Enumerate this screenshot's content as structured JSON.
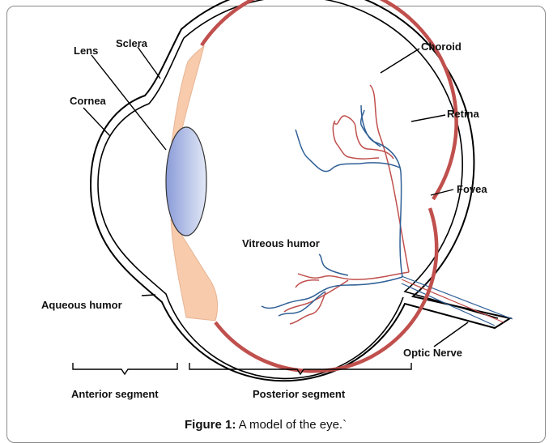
{
  "labels": {
    "lens": "Lens",
    "sclera": "Sclera",
    "cornea": "Cornea",
    "choroid": "Choroid",
    "retina": "Retina",
    "fovea": "Fovea",
    "vitreous_humor": "Vitreous humor",
    "aqueous_humor": "Aqueous humor",
    "optic_nerve": "Optic Nerve",
    "anterior_segment": "Anterior segment",
    "posterior_segment": "Posterior segment"
  },
  "caption": {
    "prefix": "Figure 1:",
    "text": " A model of the eye.`"
  },
  "colors": {
    "choroid": "#c0504d",
    "blood_vessel_red": "#c0504d",
    "blood_vessel_blue": "#2f5f96",
    "iris_tissue": "#f8cbad",
    "lens_light": "#e3e9f7",
    "lens_dark": "#8a9bd8",
    "outline": "#000000"
  }
}
